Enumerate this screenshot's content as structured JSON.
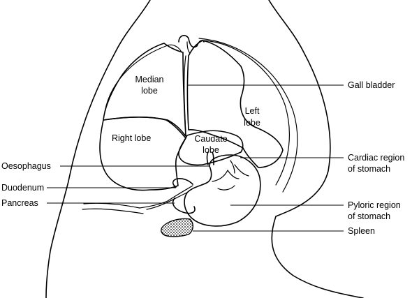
{
  "labels": {
    "median_lobe": [
      "Median",
      "lobe"
    ],
    "left_lobe": [
      "Left",
      "lobe"
    ],
    "right_lobe": "Right lobe",
    "caudate_lobe": [
      "Caudate",
      "lobe"
    ],
    "gall_bladder": "Gall bladder",
    "cardiac_region": [
      "Cardiac region",
      "of stomach"
    ],
    "oesophagus": "Oesophagus",
    "duodenum": "Duodenum",
    "pancreas": "Pancreas",
    "pyloric_region": [
      "Pyloric region",
      "of stomach"
    ],
    "spleen": "Spleen"
  },
  "colors": {
    "ink": "#000000",
    "background": "#ffffff"
  }
}
